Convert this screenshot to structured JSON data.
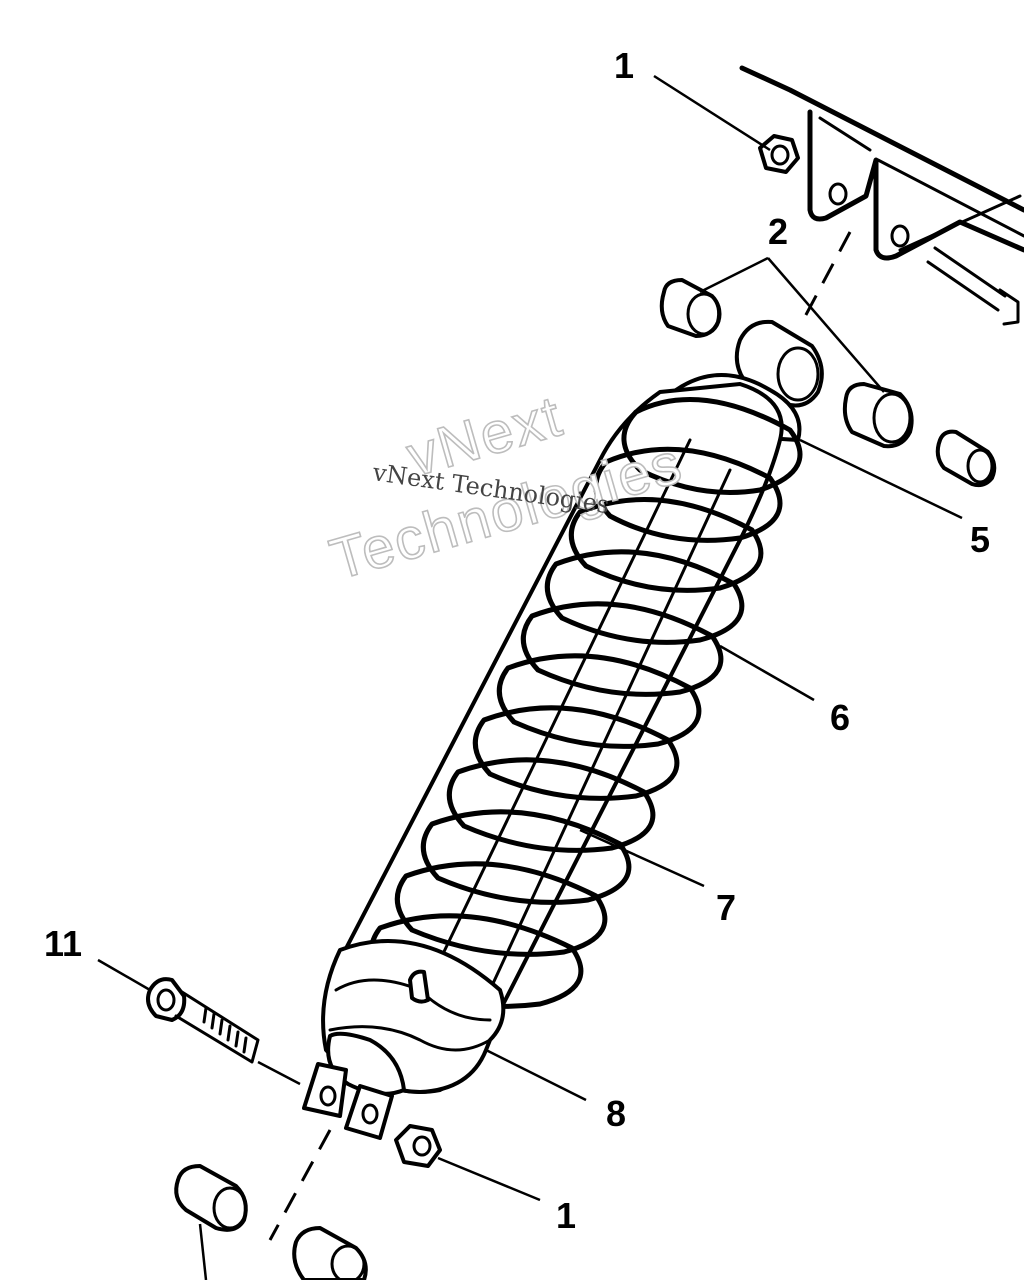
{
  "callouts": {
    "c1_top": "1",
    "c2": "2",
    "c5": "5",
    "c6": "6",
    "c7": "7",
    "c8": "8",
    "c11": "11",
    "c1_bottom": "1"
  },
  "watermark": {
    "large_line1": "vNext",
    "large_line2": "Technologies",
    "small": "vNext Technologies"
  }
}
